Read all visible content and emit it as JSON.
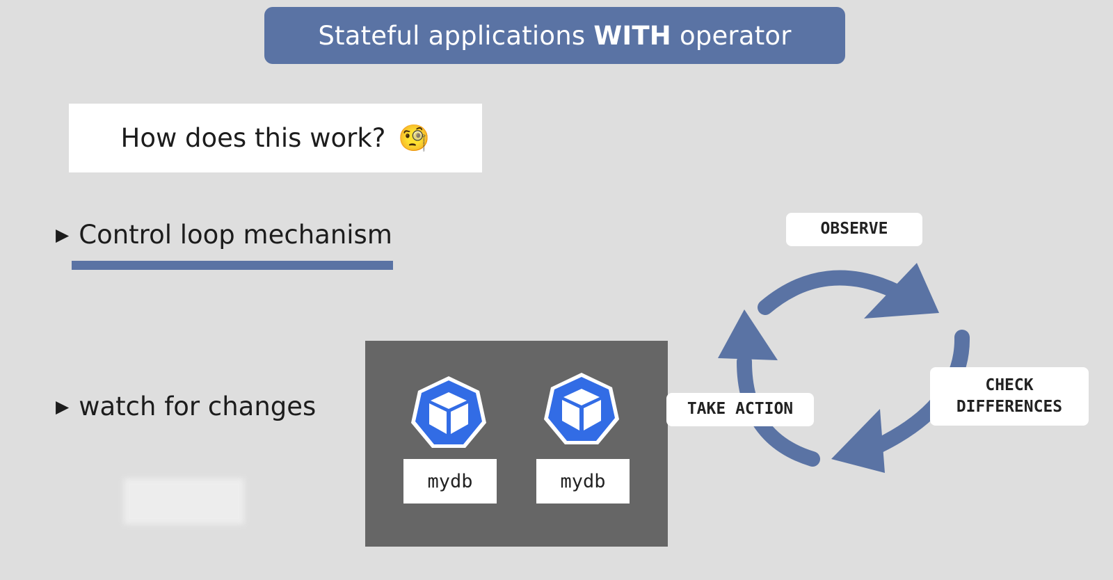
{
  "title": {
    "before": "Stateful applications",
    "bold": "WITH",
    "after": "operator"
  },
  "question": {
    "text": "How does this work?",
    "emoji": "🧐"
  },
  "bullets": [
    {
      "text": "Control loop mechanism"
    },
    {
      "text": "watch for changes"
    }
  ],
  "pods": [
    {
      "label": "mydb"
    },
    {
      "label": "mydb"
    }
  ],
  "cycle": {
    "observe": "OBSERVE",
    "check_line1": "CHECK",
    "check_line2": "DIFFERENCES",
    "action": "TAKE ACTION"
  },
  "colors": {
    "accent": "#5a73a4",
    "pod_icon": "#326ce5",
    "cluster_bg": "#666666",
    "background": "#dedede"
  }
}
